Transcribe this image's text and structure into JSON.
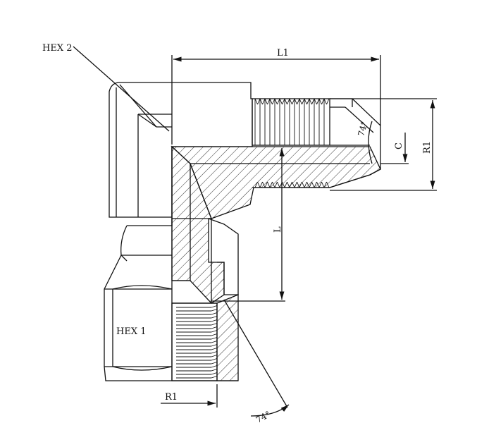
{
  "labels": {
    "hex2": "HEX 2",
    "hex1": "HEX 1",
    "l1": "L1",
    "l": "L",
    "c": "C",
    "r1_right": "R1",
    "r1_bottom": "R1",
    "angle_top": "74°",
    "angle_bottom": "74°"
  },
  "colors": {
    "line": "#111111",
    "hatch": "#333333",
    "paper": "#ffffff"
  }
}
